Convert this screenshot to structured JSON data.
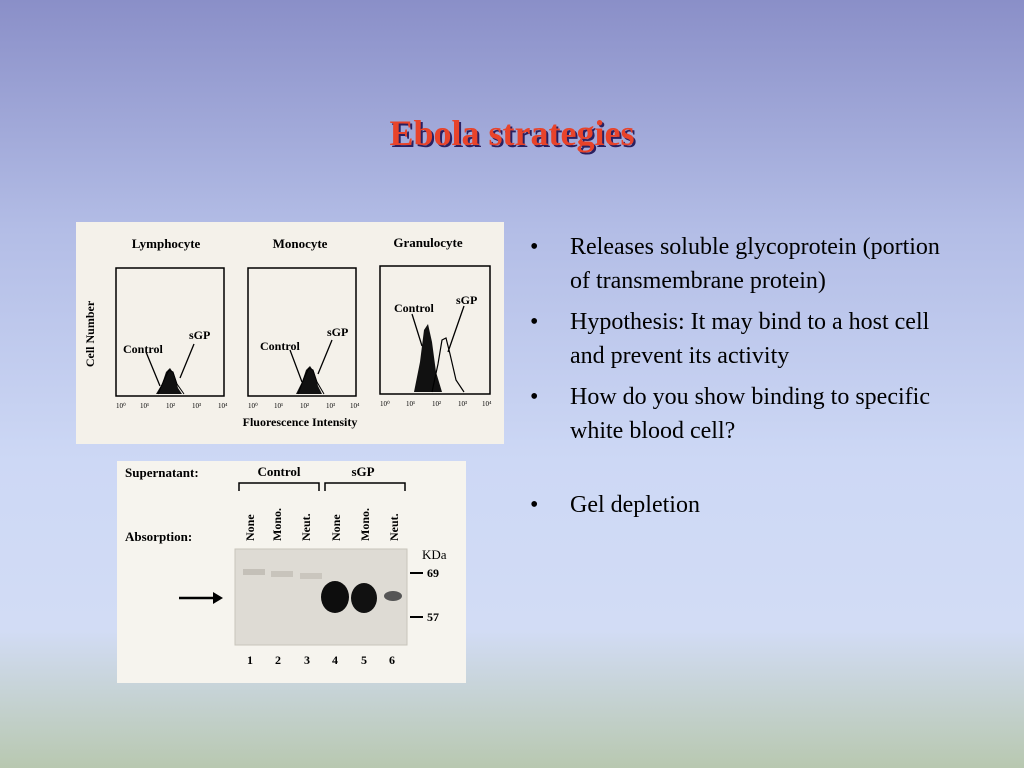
{
  "slide": {
    "title": "Ebola strategies",
    "title_color": "#e8432a"
  },
  "figure": {
    "panels": [
      "Lymphocyte",
      "Monocyte",
      "Granulocyte"
    ],
    "y_axis_label": "Cell Number",
    "x_axis_label": "Fluorescence Intensity",
    "control_label": "Control",
    "sgp_label": "sGP",
    "tick_labels": [
      "10⁰",
      "10¹",
      "10²",
      "10³",
      "10⁴"
    ]
  },
  "gel": {
    "supernatant_label": "Supernatant:",
    "absorption_label": "Absorption:",
    "group_control": "Control",
    "group_sgp": "sGP",
    "lane_labels": [
      "None",
      "Mono.",
      "Neut.",
      "None",
      "Mono.",
      "Neut."
    ],
    "kda_label": "KDa",
    "marker_high": "69",
    "marker_low": "57",
    "lane_numbers": [
      "1",
      "2",
      "3",
      "4",
      "5",
      "6"
    ]
  },
  "bullets": [
    {
      "marker": "•",
      "text": "Releases soluble glycoprotein (portion of transmembrane protein)"
    },
    {
      "marker": "•",
      "text": "Hypothesis: It may bind to a host cell and prevent its activity"
    },
    {
      "marker": "•",
      "text": "How do you show binding to specific white blood cell?"
    },
    {
      "marker": "•",
      "text": "Gel depletion"
    }
  ]
}
